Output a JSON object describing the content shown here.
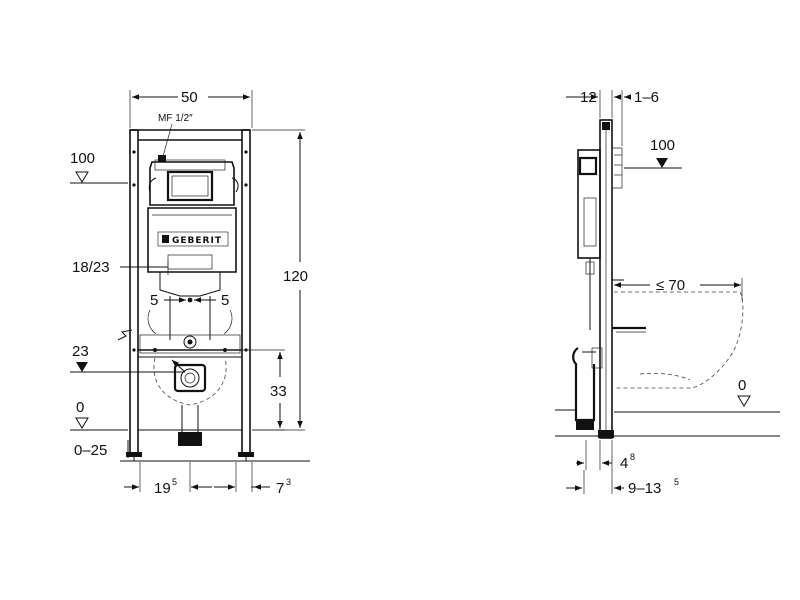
{
  "brand": {
    "logo_text": "GEBERIT"
  },
  "front_view": {
    "labels": {
      "width": "50",
      "connection": "MF 1/2″",
      "height": "120",
      "level_100": "100",
      "flush_plate": "18/23",
      "fix_left": "5",
      "fix_right": "5",
      "level_23": "23",
      "drain_height": "33",
      "floor_level": "0",
      "floor_range": "0–25",
      "spacing_base": "19",
      "spacing_sup": "5",
      "offset_base": "7",
      "offset_sup": "3"
    }
  },
  "side_view": {
    "labels": {
      "depth": "12",
      "wall_range": "1–6",
      "level_100": "100",
      "bowl_depth": "≤ 70",
      "floor_level": "0",
      "foot_base": "4",
      "foot_sup": "8",
      "range_base": "9–13",
      "range_sup": "5"
    }
  },
  "colors": {
    "line": "#111111",
    "background": "#ffffff"
  }
}
